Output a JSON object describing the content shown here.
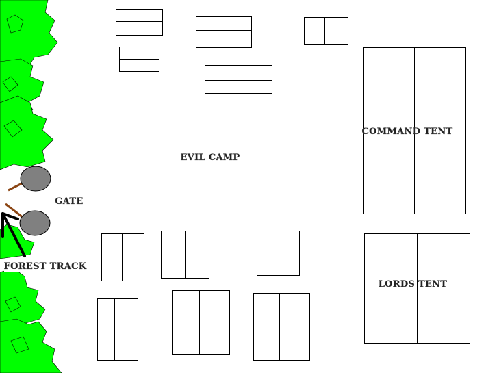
{
  "labels": {
    "camp": "EVIL CAMP",
    "gate": "GATE",
    "command_tent": "COMMAND TENT",
    "lords_tent": "LORDS TENT",
    "forest_track": "FOREST TRACK"
  },
  "colors": {
    "forest": "#00ff00",
    "boulder": "#808080",
    "gate_post": "#8b4513",
    "arrow": "#000000"
  }
}
